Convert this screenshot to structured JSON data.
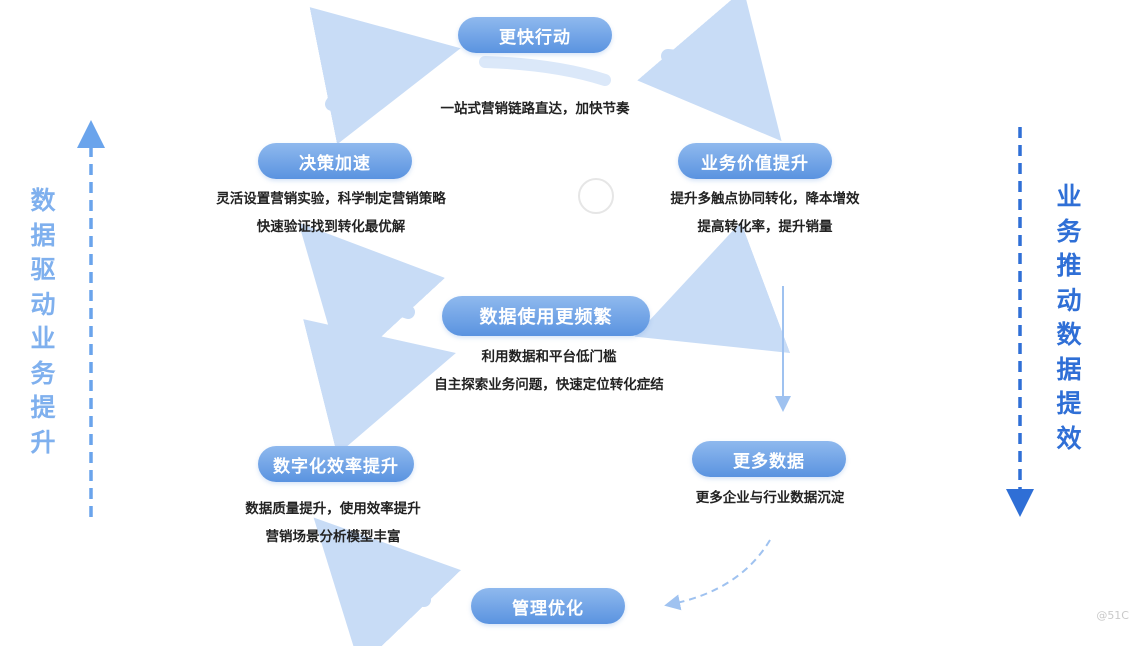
{
  "nodes": {
    "faster_action": {
      "label": "更快行动",
      "desc": [
        "一站式营销链路直达，加快节奏"
      ]
    },
    "business_value": {
      "label": "业务价值提升",
      "desc": [
        "提升多触点协同转化，降本增效",
        "提高转化率，提升销量"
      ]
    },
    "more_data": {
      "label": "更多数据",
      "desc": [
        "更多企业与行业数据沉淀"
      ]
    },
    "management": {
      "label": "管理优化",
      "desc": []
    },
    "digital_efficiency": {
      "label": "数字化效率提升",
      "desc": [
        "数据质量提升，使用效率提升",
        "营销场景分析模型丰富"
      ]
    },
    "decision_speed": {
      "label": "决策加速",
      "desc": [
        "灵活设置营销实验，科学制定营销策略",
        "快速验证找到转化最优解"
      ]
    },
    "center": {
      "label": "数据使用更频繁",
      "desc": [
        "利用数据和平台低门槛",
        "自主探索业务问题，快速定位转化症结"
      ]
    }
  },
  "side_left": "数据驱动业务提升",
  "side_right": "业务推动数据提效",
  "watermark": "@51C",
  "colors": {
    "pill": "#5a93e0",
    "arrow_light": "#c8dcf6",
    "side_dark": "#2f6fd6",
    "side_light": "#7fb0ee"
  }
}
